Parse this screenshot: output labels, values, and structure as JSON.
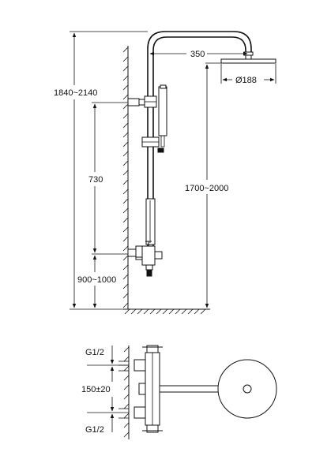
{
  "dimensions": {
    "total_height": "1840~2140",
    "arm_reach": "350",
    "head_diameter": "Ø188",
    "bar_spacing": "730",
    "head_height": "1700~2000",
    "valve_height": "900~1000",
    "inlet_top": "G1/2",
    "inlet_spacing": "150±20",
    "inlet_bottom": "G1/2"
  }
}
